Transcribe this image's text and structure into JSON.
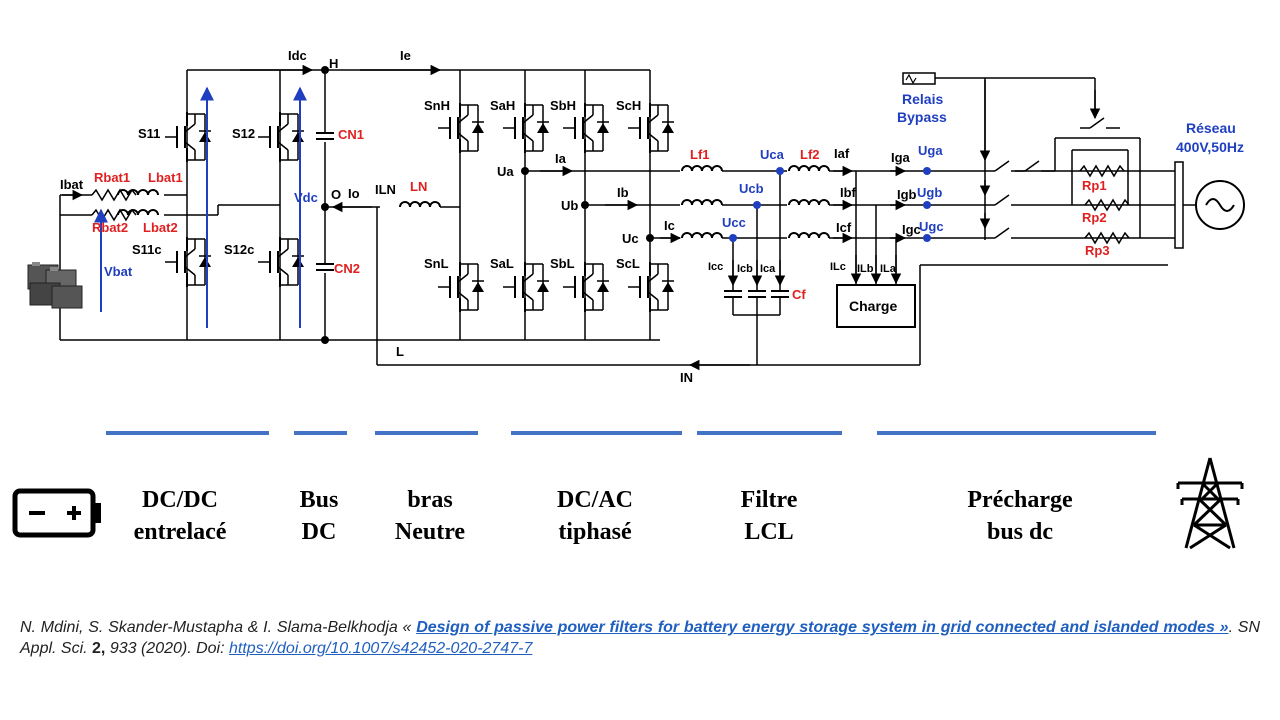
{
  "labels": {
    "idc": "Idc",
    "H": "H",
    "ie": "Ie",
    "L": "L",
    "O": "O",
    "io": "Io",
    "iLN": "ILN",
    "LN": "LN",
    "IN": "IN",
    "S11": "S11",
    "S12": "S12",
    "S11c": "S11c",
    "S12c": "S12c",
    "ibat": "Ibat",
    "Rbat1": "Rbat1",
    "Lbat1": "Lbat1",
    "Rbat2": "Rbat2",
    "Lbat2": "Lbat2",
    "Vbat": "Vbat",
    "Vdc": "Vdc",
    "CN1": "CN1",
    "CN2": "CN2",
    "SnH": "SnH",
    "SaH": "SaH",
    "SbH": "SbH",
    "ScH": "ScH",
    "SnL": "SnL",
    "SaL": "SaL",
    "SbL": "SbL",
    "ScL": "ScL",
    "Ua": "Ua",
    "Ub": "Ub",
    "Uc": "Uc",
    "Ia": "Ia",
    "Ib": "Ib",
    "Ic": "Ic",
    "Lf1": "Lf1",
    "Lf2": "Lf2",
    "Uca": "Uca",
    "Ucb": "Ucb",
    "Ucc": "Ucc",
    "Iaf": "Iaf",
    "Ibf": "Ibf",
    "Icf": "Icf",
    "Icc": "Icc",
    "Icb": "Icb",
    "Ica": "Ica",
    "Cf": "Cf",
    "ILc": "ILc",
    "ILb": "ILb",
    "ILa": "ILa",
    "Charge": "Charge",
    "Iga": "Iga",
    "Igb": "Igb",
    "Igc": "Igc",
    "Uga": "Uga",
    "Ugb": "Ugb",
    "Ugc": "Ugc",
    "relais1": "Relais",
    "relais2": "Bypass",
    "Rp1": "Rp1",
    "Rp2": "Rp2",
    "Rp3": "Rp3",
    "reseau1": "Réseau",
    "reseau2": "400V,50Hz"
  },
  "sections": [
    {
      "line1": "DC/DC",
      "line2": "entrelacé"
    },
    {
      "line1": "Bus",
      "line2": "DC"
    },
    {
      "line1": "bras",
      "line2": "Neutre"
    },
    {
      "line1": "DC/AC",
      "line2": "tiphasé"
    },
    {
      "line1": "Filtre",
      "line2": "LCL"
    },
    {
      "line1": "Précharge",
      "line2": "bus dc"
    }
  ],
  "citation": {
    "authors": "N. Mdini, S. Skander-Mustapha & I. Slama-Belkhodja « ",
    "title": "Design of passive power filters for battery energy storage system in grid connected and islanded modes »",
    "journal": ". SN Appl. Sci. ",
    "volume": "2,",
    "pages": " 933 (2020). Doi: ",
    "doi": "https://doi.org/10.1007/s42452-020-2747-7"
  },
  "colors": {
    "red": "#e02020",
    "blue": "#1f3fc0",
    "section_line": "#4472c4",
    "link": "#1f5fbf"
  },
  "icons": {
    "battery": "battery-icon",
    "grid": "transmission-tower-icon",
    "battery_pack": "battery-pack-icon"
  }
}
